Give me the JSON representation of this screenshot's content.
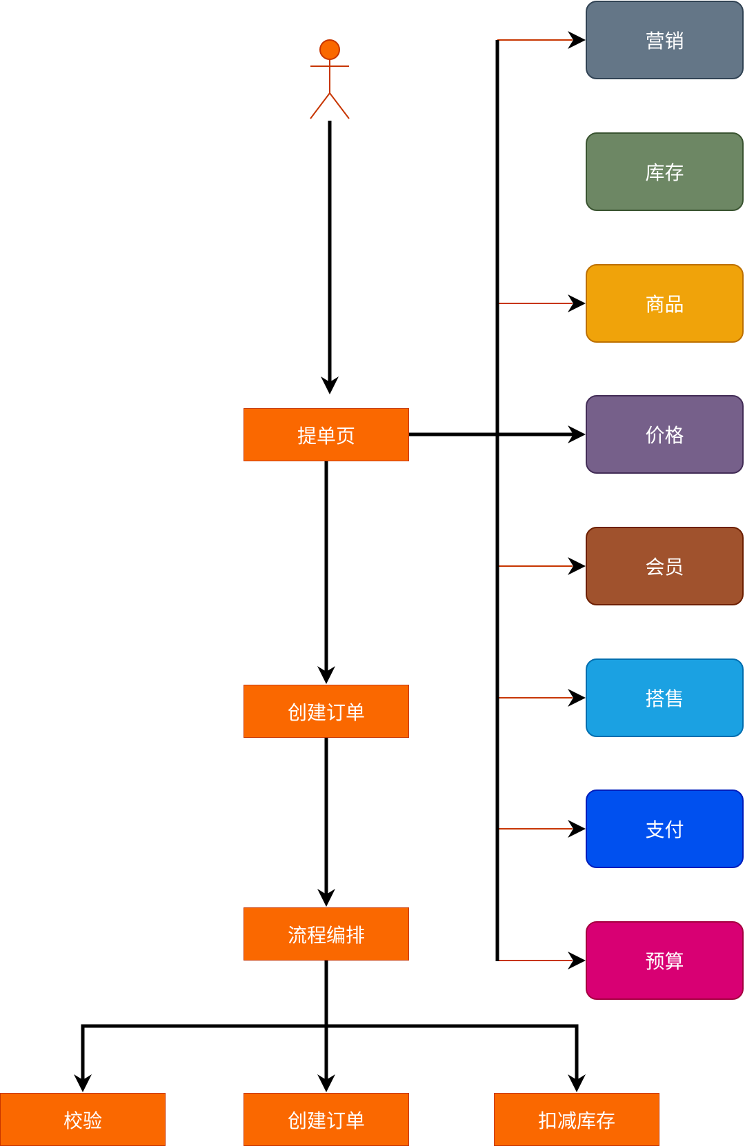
{
  "actor": {
    "label": "",
    "color": "#fa6800",
    "stroke": "#c73500"
  },
  "flow": {
    "checkout_page": "提单页",
    "create_order": "创建订单",
    "orchestration": "流程编排"
  },
  "steps": [
    {
      "label": "校验"
    },
    {
      "label": "创建订单"
    },
    {
      "label": "扣减库存"
    }
  ],
  "services": [
    {
      "label": "营销",
      "fill": "#647687",
      "stroke": "#314354",
      "linked": true
    },
    {
      "label": "库存",
      "fill": "#6d8764",
      "stroke": "#3a5431",
      "linked": false
    },
    {
      "label": "商品",
      "fill": "#f0a30a",
      "stroke": "#bd7000",
      "linked": true
    },
    {
      "label": "价格",
      "fill": "#76608a",
      "stroke": "#432d57",
      "linked": true
    },
    {
      "label": "会员",
      "fill": "#a0522d",
      "stroke": "#6d1f00",
      "linked": true
    },
    {
      "label": "搭售",
      "fill": "#1ba1e2",
      "stroke": "#006eaf",
      "linked": true
    },
    {
      "label": "支付",
      "fill": "#0050ef",
      "stroke": "#001dbc",
      "linked": true
    },
    {
      "label": "预算",
      "fill": "#d80073",
      "stroke": "#a50040",
      "linked": true
    }
  ]
}
